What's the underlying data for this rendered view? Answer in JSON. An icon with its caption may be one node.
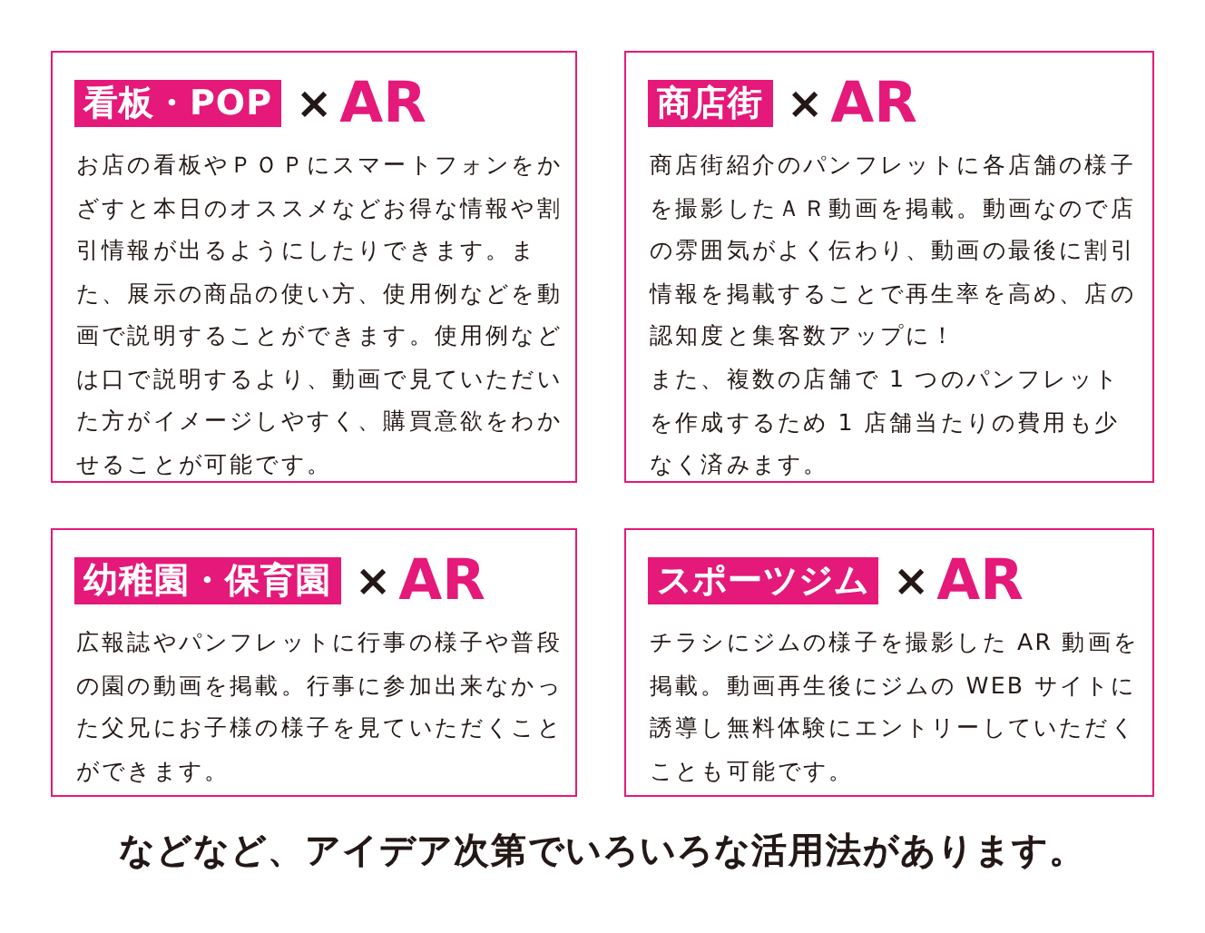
{
  "diagram": {
    "nodes": [
      {
        "text": [
          "看板・POP",
          "×",
          "AR",
          "お店の看板やＰＯＰにスマートフォンをかざすと本日のオススメなどお得な情報や割引情報が出るようにしたりできます。また、展示の商品の使い方、使用例などを動画で説明することができます。使用例などは口で説明するより、動画で見ていただいた方がイメージしやすく、購買意欲をわかせることが可能です。"
        ]
      },
      {
        "text": [
          "商店街",
          "×",
          "AR",
          "商店街紹介のパンフレットに各店舗の様子を撮影したＡＲ動画を掲載。動画なので店の雰囲気がよく伝わり、動画の最後に割引情報を掲載することで再生率を高め、店の認知度と集客数アップに！",
          "また、複数の店舗で 1 つのパンフレットを作成するため 1 店舗当たりの費用も少なく済みます。"
        ]
      },
      {
        "text": [
          "幼稚園・保育園",
          "×",
          "AR",
          "広報誌やパンフレットに行事の様子や普段の園の動画を掲載。行事に参加出来なかった父兄にお子様の様子を見ていただくことができます。"
        ]
      },
      {
        "text": [
          "スポーツジム",
          "×",
          "AR",
          "チラシにジムの様子を撮影した AR 動画を掲載。動画再生後にジムの WEB サイトに誘導し無料体験にエントリーしていただくことも可能です。"
        ]
      }
    ],
    "labels": [
      "などなど、アイデア次第でいろいろな活用法があります。"
    ]
  }
}
